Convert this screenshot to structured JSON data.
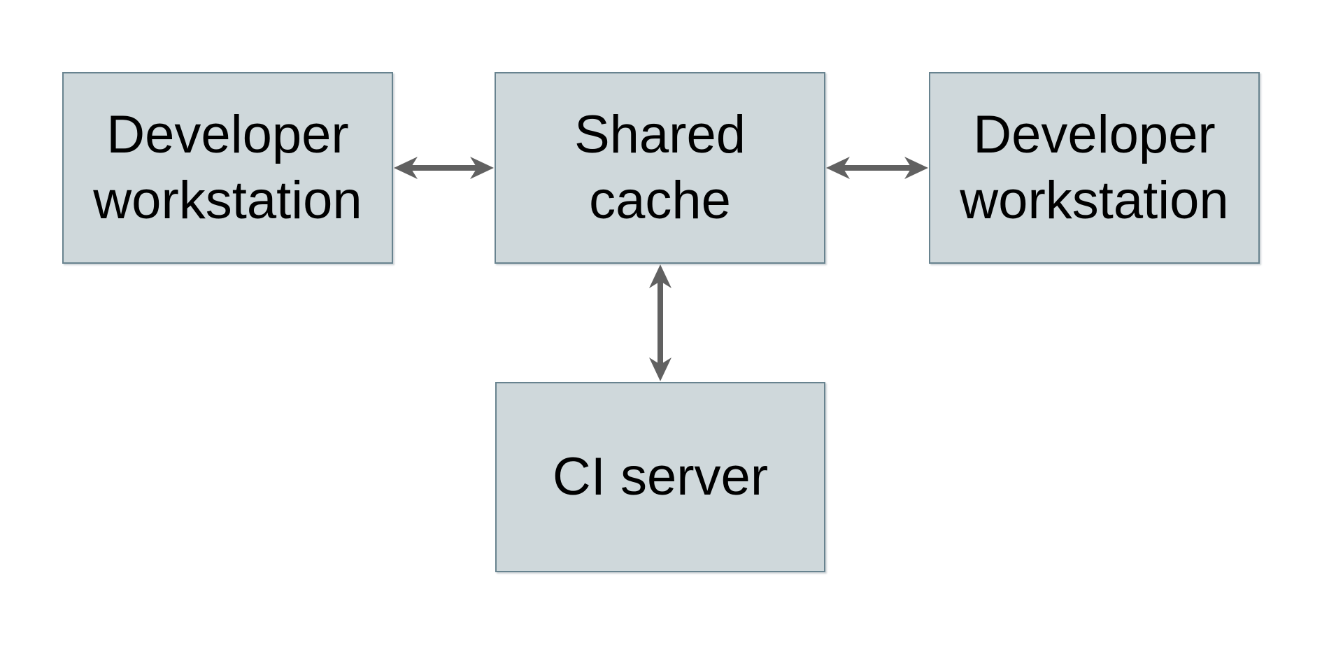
{
  "colors": {
    "background": "#ffffff",
    "node_fill": "#cfd8db",
    "node_border": "#68838f",
    "arrow": "#616161",
    "text": "#000000"
  },
  "nodes": [
    {
      "id": "developer-workstation-left",
      "label": "Developer\nworkstation"
    },
    {
      "id": "shared-cache",
      "label": "Shared\ncache"
    },
    {
      "id": "developer-workstation-right",
      "label": "Developer\nworkstation"
    },
    {
      "id": "ci-server",
      "label": "CI server"
    }
  ],
  "edges": [
    {
      "from": "developer-workstation-left",
      "to": "shared-cache",
      "direction": "bidirectional"
    },
    {
      "from": "developer-workstation-right",
      "to": "shared-cache",
      "direction": "bidirectional"
    },
    {
      "from": "ci-server",
      "to": "shared-cache",
      "direction": "bidirectional"
    }
  ]
}
